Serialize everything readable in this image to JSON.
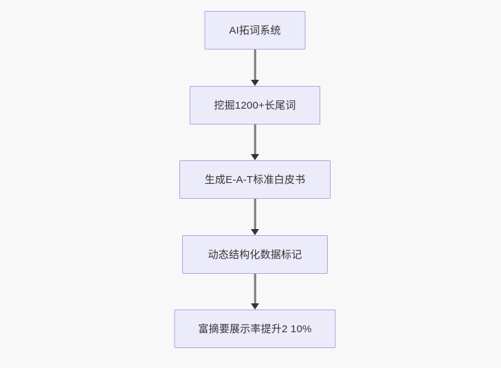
{
  "diagram": {
    "type": "flowchart",
    "orientation": "top-to-bottom",
    "background_color": "#f8f8f8",
    "node_fill_color": "#ECEBFA",
    "node_border_color": "#B3A0E0",
    "node_text_color": "#333333",
    "edge_line_color": "#7A7A7A",
    "edge_arrow_color": "#333333",
    "nodes": [
      {
        "id": "node-0",
        "label": "AI拓词系统"
      },
      {
        "id": "node-1",
        "label": "挖掘1200+长尾词"
      },
      {
        "id": "node-2",
        "label": "生成E-A-T标准白皮书"
      },
      {
        "id": "node-3",
        "label": "动态结构化数据标记"
      },
      {
        "id": "node-4",
        "label": "富摘要展示率提升2 10%"
      }
    ],
    "edges": [
      {
        "id": "edge-0",
        "from": "node-0",
        "to": "node-1",
        "arrow": "down-arrow-icon"
      },
      {
        "id": "edge-1",
        "from": "node-1",
        "to": "node-2",
        "arrow": "down-arrow-icon"
      },
      {
        "id": "edge-2",
        "from": "node-2",
        "to": "node-3",
        "arrow": "down-arrow-icon"
      },
      {
        "id": "edge-3",
        "from": "node-3",
        "to": "node-4",
        "arrow": "down-arrow-icon"
      }
    ]
  }
}
